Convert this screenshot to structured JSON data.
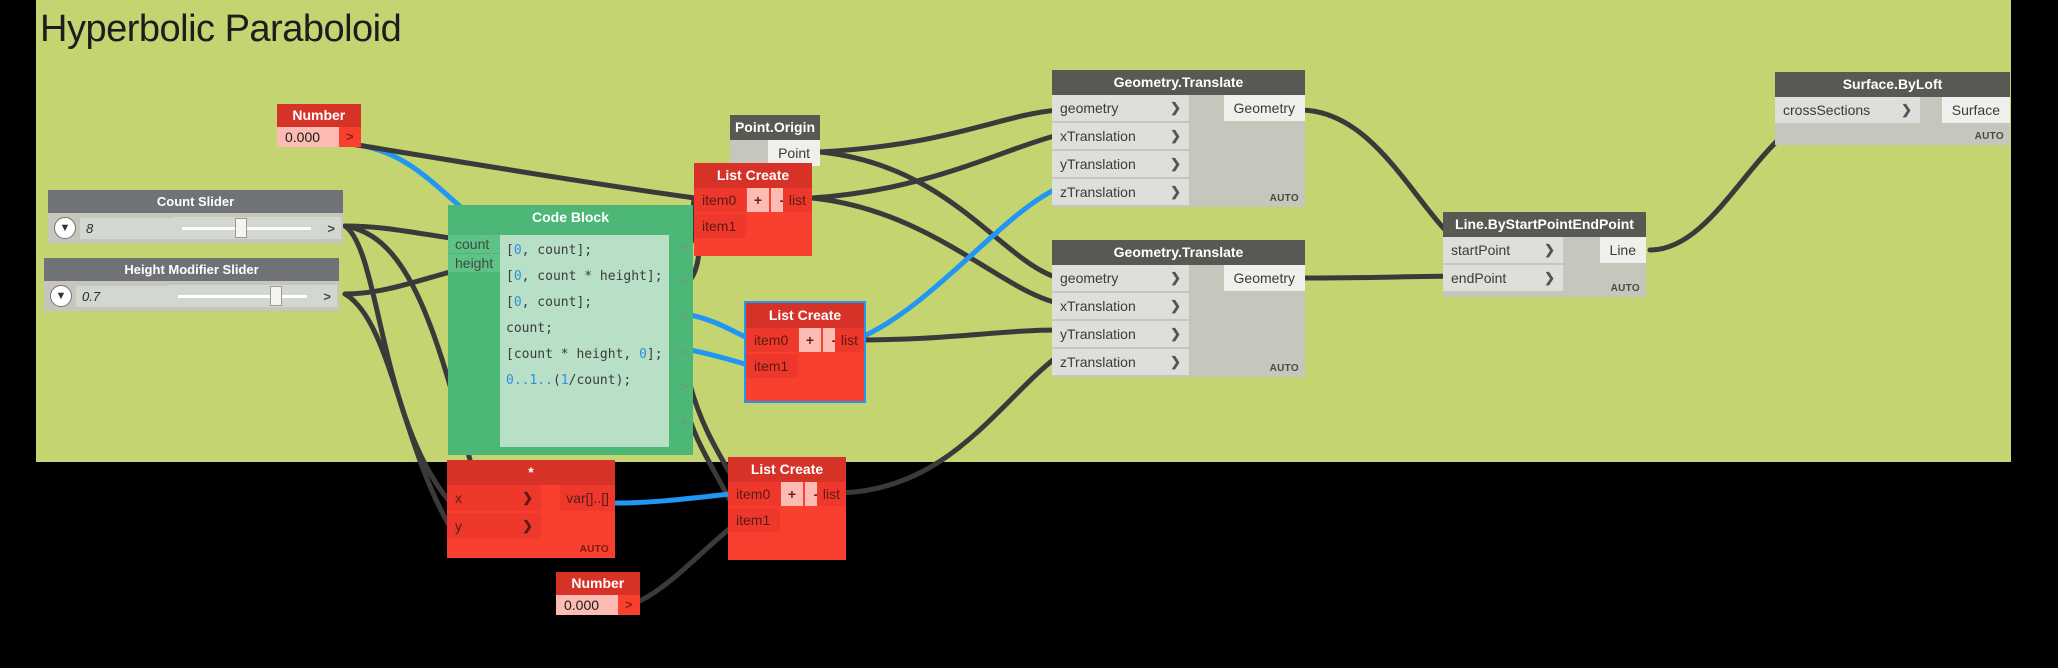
{
  "workspace": {
    "title": "Hyperbolic Paraboloid",
    "background_color": "#c3d470"
  },
  "nodes": {
    "number_top": {
      "title": "Number",
      "value": "0.000",
      "caret": ">"
    },
    "number_bottom": {
      "title": "Number",
      "value": "0.000",
      "caret": ">"
    },
    "count_slider": {
      "title": "Count Slider",
      "value": "8",
      "caret": ">"
    },
    "height_slider": {
      "title": "Height Modifier Slider",
      "value": "0.7",
      "caret": ">"
    },
    "code_block": {
      "title": "Code Block",
      "inputs": [
        "count",
        "height"
      ],
      "lines": [
        {
          "pre": "[",
          "num": "0",
          "post": ", count];"
        },
        {
          "pre": "[",
          "num": "0",
          "post": ", count * height];"
        },
        {
          "pre": "[",
          "num": "0",
          "post": ", count];"
        },
        {
          "pre": "count;",
          "num": "",
          "post": ""
        },
        {
          "pre": "[count * height, ",
          "num": "0",
          "post": "];"
        },
        {
          "pre": "",
          "num": "0..1..(1/count)",
          "post": ";"
        }
      ],
      "line_text": [
        "[0, count];",
        "[0, count * height];",
        "[0, count];",
        "count;",
        "[count * height, 0];",
        "0..1..(1/count);"
      ],
      "caret": ">"
    },
    "point_origin": {
      "title": "Point.Origin",
      "output": "Point"
    },
    "list_create_1": {
      "title": "List Create",
      "inputs": [
        "item0",
        "item1"
      ],
      "plus": "+",
      "minus": "-",
      "output": "list"
    },
    "list_create_2": {
      "title": "List Create",
      "inputs": [
        "item0",
        "item1"
      ],
      "plus": "+",
      "minus": "-",
      "output": "list",
      "selected": true
    },
    "list_create_3": {
      "title": "List Create",
      "inputs": [
        "item0",
        "item1"
      ],
      "plus": "+",
      "minus": "-",
      "output": "list"
    },
    "multiply": {
      "title": "*",
      "inputs": [
        "x",
        "y"
      ],
      "output": "var[]..[]",
      "auto": "AUTO"
    },
    "geometry_translate_1": {
      "title": "Geometry.Translate",
      "inputs": [
        "geometry",
        "xTranslation",
        "yTranslation",
        "zTranslation"
      ],
      "output": "Geometry",
      "auto": "AUTO",
      "caret": "❯"
    },
    "geometry_translate_2": {
      "title": "Geometry.Translate",
      "inputs": [
        "geometry",
        "xTranslation",
        "yTranslation",
        "zTranslation"
      ],
      "output": "Geometry",
      "auto": "AUTO",
      "caret": "❯"
    },
    "line_by_start_end": {
      "title": "Line.ByStartPointEndPoint",
      "inputs": [
        "startPoint",
        "endPoint"
      ],
      "output": "Line",
      "auto": "AUTO",
      "caret": "❯"
    },
    "surface_by_loft": {
      "title": "Surface.ByLoft",
      "inputs": [
        "crossSections"
      ],
      "output": "Surface",
      "auto": "AUTO",
      "caret": "❯"
    }
  },
  "colors": {
    "node_red_header": "#d63228",
    "node_red_body": "#f93f2e",
    "node_grey_header": "#595953",
    "node_grey_body": "#c6c6bc",
    "code_block_green": "#4cb776",
    "wire_default": "#3a3a3a",
    "wire_selected": "#2196f3"
  }
}
